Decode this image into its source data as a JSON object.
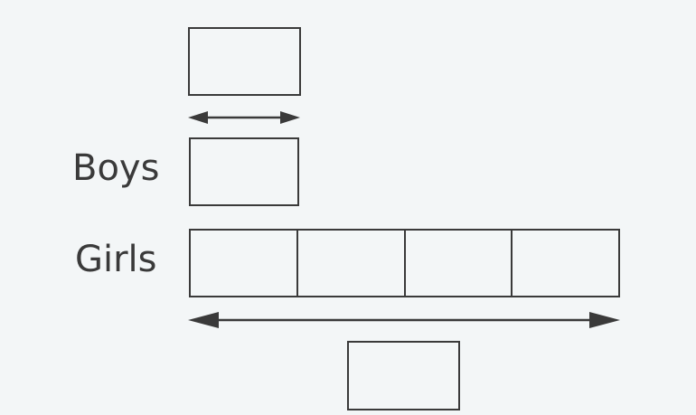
{
  "labels": {
    "boys": "Boys",
    "girls": "Girls"
  },
  "girls_units": 4,
  "boys_units": 1,
  "colors": {
    "stroke": "#3a3a3a",
    "background": "#f3f6f7"
  }
}
